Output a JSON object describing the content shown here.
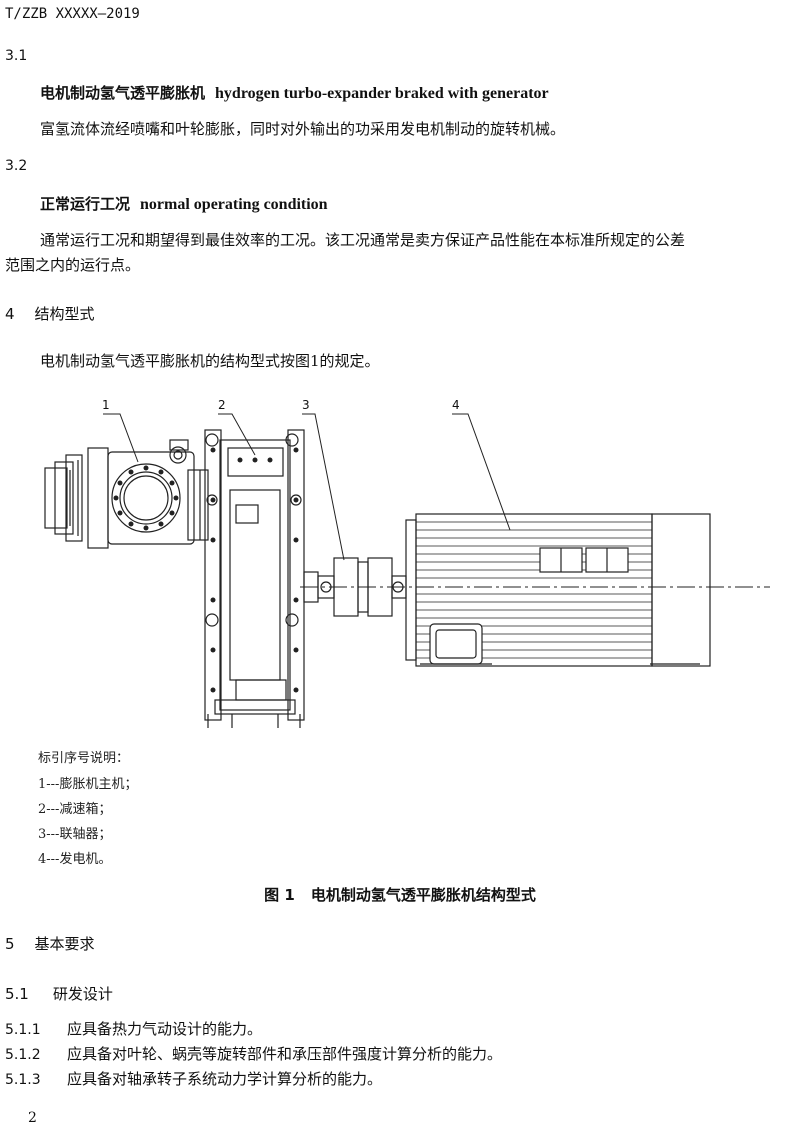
{
  "header": {
    "doc_id": "T/ZZB XXXXX—2019"
  },
  "s3_1": {
    "num": "3.1",
    "term_cn": "电机制动氢气透平膨胀机",
    "term_en": "hydrogen turbo-expander braked with generator",
    "definition": "富氢流体流经喷嘴和叶轮膨胀，同时对外输出的功采用发电机制动的旋转机械。"
  },
  "s3_2": {
    "num": "3.2",
    "term_cn": "正常运行工况",
    "term_en": "normal operating condition",
    "definition_line1": "通常运行工况和期望得到最佳效率的工况。该工况通常是卖方保证产品性能在本标准所规定的公差",
    "definition_line2": "范围之内的运行点。"
  },
  "s4": {
    "num": "4",
    "title": "结构型式",
    "text": "电机制动氢气透平膨胀机的结构型式按图1的规定。"
  },
  "figure": {
    "callouts": [
      "1",
      "2",
      "3",
      "4"
    ],
    "legend_title": "标引序号说明：",
    "legend_items": [
      "1---膨胀机主机；",
      "2---减速箱；",
      "3---联轴器；",
      "4---发电机。"
    ],
    "caption_label": "图 1",
    "caption_text": "电机制动氢气透平膨胀机结构型式"
  },
  "s5": {
    "num": "5",
    "title": "基本要求"
  },
  "s5_1": {
    "num": "5.1",
    "title": "研发设计"
  },
  "items": [
    {
      "num": "5.1.1",
      "text": "应具备热力气动设计的能力。"
    },
    {
      "num": "5.1.2",
      "text": "应具备对叶轮、蜗壳等旋转部件和承压部件强度计算分析的能力。"
    },
    {
      "num": "5.1.3",
      "text": "应具备对轴承转子系统动力学计算分析的能力。"
    }
  ],
  "footer": {
    "page_number": "2"
  }
}
